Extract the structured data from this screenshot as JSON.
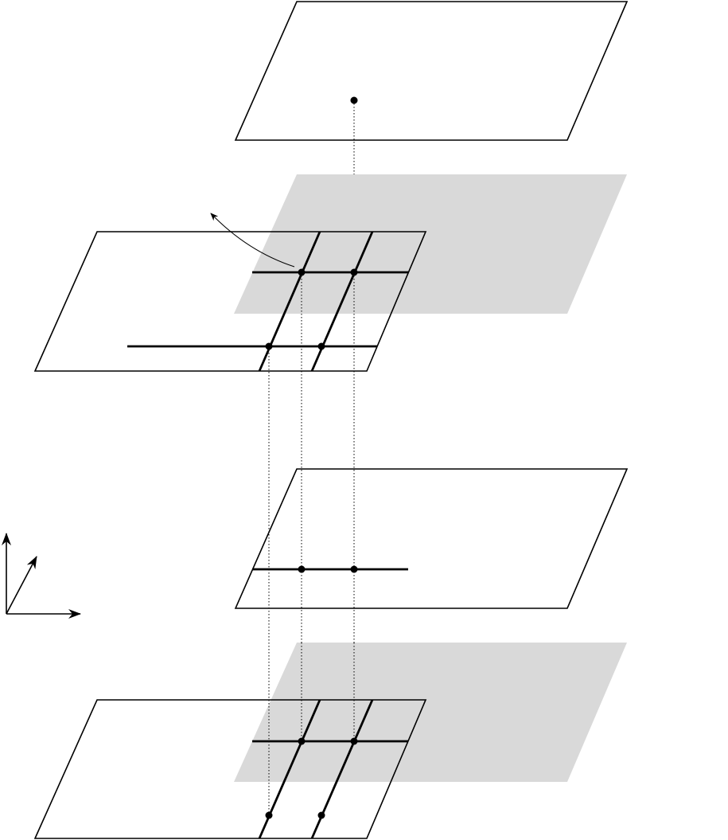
{
  "diagram": {
    "layers": [
      {
        "id": "top-plane",
        "kind": "plane",
        "points": 1
      },
      {
        "id": "upper-shaded-plane",
        "kind": "shaded-plane"
      },
      {
        "id": "upper-grid-plane",
        "kind": "plane-with-lines",
        "points": 4
      },
      {
        "id": "middle-plane",
        "kind": "plane-with-line",
        "points": 2
      },
      {
        "id": "lower-shaded-plane",
        "kind": "shaded-plane"
      },
      {
        "id": "bottom-grid-plane",
        "kind": "plane-with-lines",
        "points": 4
      }
    ],
    "axes": {
      "directions": [
        "up",
        "depth",
        "right"
      ]
    },
    "colors": {
      "stroke": "#000000",
      "shade": "#d9d9d9",
      "background": "#ffffff"
    }
  }
}
